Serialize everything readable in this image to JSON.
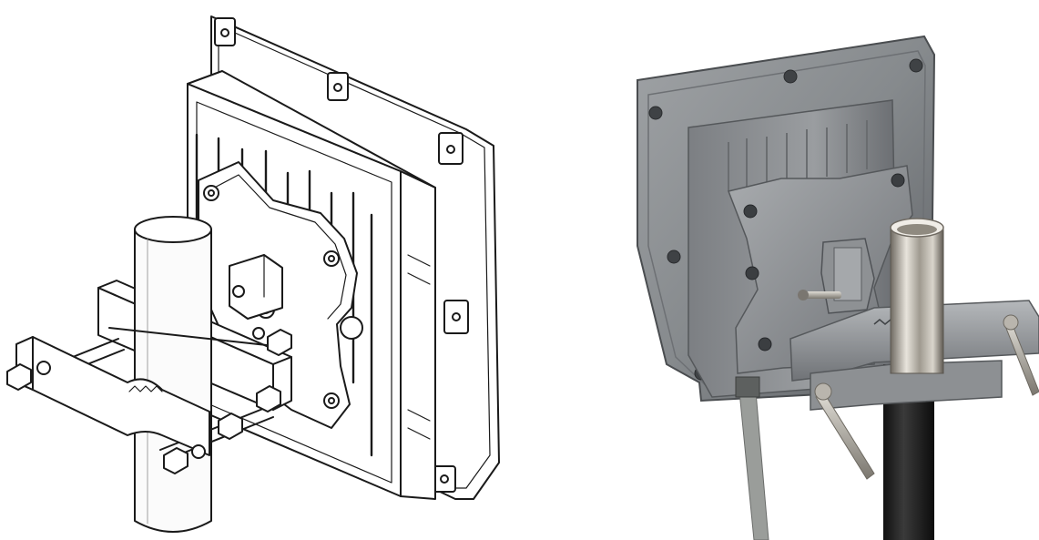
{
  "figure": {
    "panels": [
      {
        "name": "line-drawing",
        "style": "line-art"
      },
      {
        "name": "photograph",
        "style": "photo"
      }
    ],
    "colors": {
      "background": "#ffffff",
      "line": "#1a1a1a",
      "metal_body": "#8c8f92",
      "metal_dark": "#4f5256",
      "mast_pole": "#1c1c1c",
      "chrome_pipe": "#c9c6bf",
      "cable": "#9a9d9a"
    }
  }
}
